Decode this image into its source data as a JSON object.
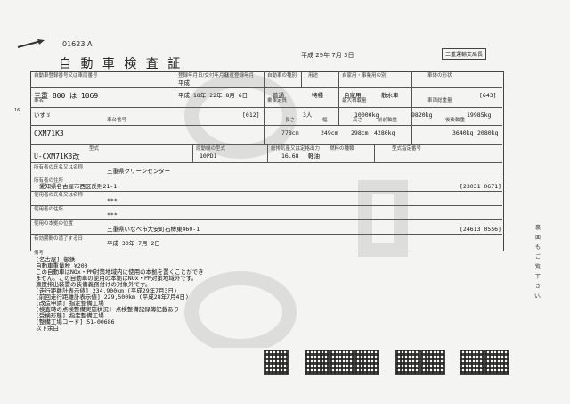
{
  "header": {
    "doc_number": "01623 A",
    "issue_date": "平成 29年 7月 3日",
    "issuer": "三重運輸支局長",
    "title": "自 動 車 検 査 証"
  },
  "labels": {
    "plate": "自動車登録番号又は車両番号",
    "first_reg": "登録年月日/交付年月日",
    "first_year": "初度登録年月",
    "vehicle_kind": "自動車の種別",
    "use": "用途",
    "private_business": "自家用・事業用の別",
    "body_shape": "車体の形状",
    "name": "車名",
    "capacity": "乗車定員",
    "max_load": "最大積載量",
    "gross_weight": "車両総重量",
    "chassis_no": "車台番号",
    "length": "長さ",
    "width": "幅",
    "height": "高さ",
    "front_axle": "前前軸重",
    "rear_axle": "後後軸重",
    "model": "型式",
    "engine_model": "原動機の型式",
    "displacement": "総排気量又は定格出力",
    "fuel": "燃料の種類",
    "model_cat": "型式指定番号",
    "owner_name": "所有者の氏名又は名称",
    "owner_addr": "所有者の住所",
    "user_name": "使用者の氏名又は名称",
    "user_addr": "使用者の住所",
    "base": "使用の本拠の位置",
    "expiry": "有効期間の満了する日",
    "remarks": "備考"
  },
  "values": {
    "plate": "三重 800 は 1069",
    "first_reg_date": "平成 18年 22年 8月 6日",
    "first_reg_era": "平成",
    "vehicle_kind": "普通",
    "use": "特種",
    "private_business": "自家用",
    "body_shape": "散水車",
    "body_code": "[643]",
    "name": "いすゞ",
    "name_code": "[012]",
    "capacity": "3人",
    "max_load": "10000kg",
    "weight": "9820kg",
    "gross_weight": "19985kg",
    "chassis_no": "CXM71K3",
    "length": "778cm",
    "width": "249cm",
    "height": "298cm",
    "axle_1": "4280kg",
    "axle_3": "3640kg",
    "axle_4": "2080kg",
    "model": "U-CXM71K3改",
    "engine": "10PD1",
    "displacement": "16.68",
    "fuel": "軽油",
    "owner_name": "三重県クリーンセンター",
    "owner_addr": "愛知県名古屋市西区反則21-1",
    "owner_code": "[23031 0671]",
    "user_name": "***",
    "user_addr": "***",
    "base": "三重県いなべ市大安町石榑東460-1",
    "base_code": "[24613 0556]",
    "expiry": "平成 30年 7月 2日"
  },
  "remarks_lines": [
    "[名古屋] 御鉄",
    "自動車重量税 ¥200",
    "この自動車はNOx・PM対策地域内に使用の本拠を置くことができ",
    "ません。この自動車の使用の本拠はNOx・PM対策地域外です。",
    "適度排出装置の装備義務付けの対象外です。",
    "[走行距離計表示値] 234,900km (平成29年7月3日)",
    "[前回走行距離計表示値] 229,500km (平成28年7月4日)",
    "[改造申請] 指定整備工場",
    "[検査時の点検整備実施状況] 点検整備記録簿記載あり",
    "[受検形態] 指定整備工場",
    "[整備工場コード] 51-00686",
    "以下余白"
  ],
  "side_note": "裏面もご覧下さい。",
  "left_margin": "16"
}
